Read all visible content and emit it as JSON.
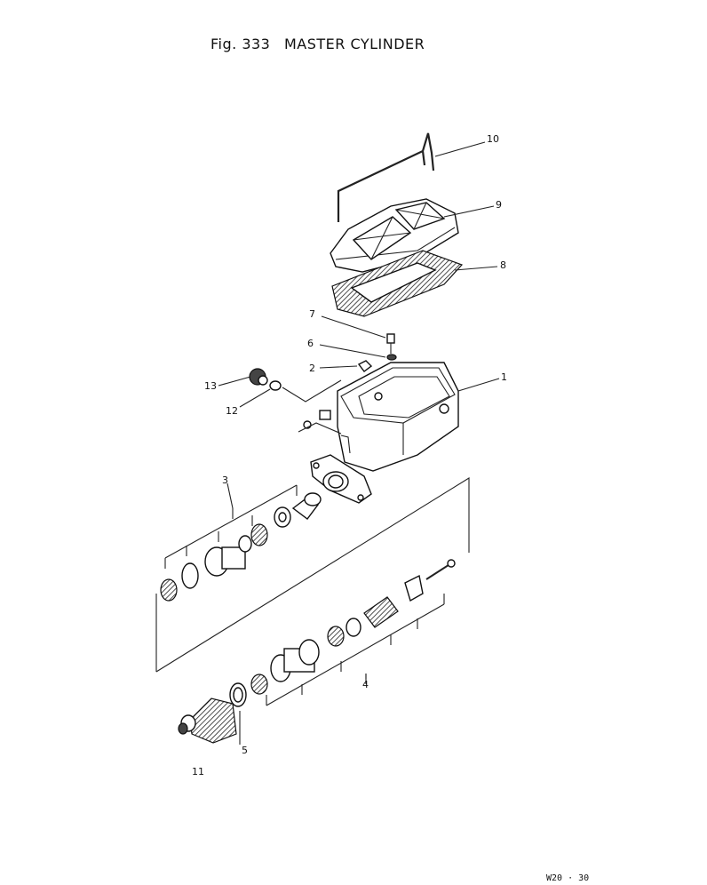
{
  "title": {
    "fig_label": "Fig. 333",
    "name": "MASTER CYLINDER"
  },
  "callouts": [
    {
      "id": "10",
      "label": "10"
    },
    {
      "id": "9",
      "label": "9"
    },
    {
      "id": "8",
      "label": "8"
    },
    {
      "id": "7",
      "label": "7"
    },
    {
      "id": "6",
      "label": "6"
    },
    {
      "id": "2",
      "label": "2"
    },
    {
      "id": "1",
      "label": "1"
    },
    {
      "id": "13",
      "label": "13"
    },
    {
      "id": "12",
      "label": "12"
    },
    {
      "id": "3",
      "label": "3"
    },
    {
      "id": "4",
      "label": "4"
    },
    {
      "id": "5",
      "label": "5"
    },
    {
      "id": "11",
      "label": "11"
    }
  ],
  "page_code": "W20 · 30"
}
